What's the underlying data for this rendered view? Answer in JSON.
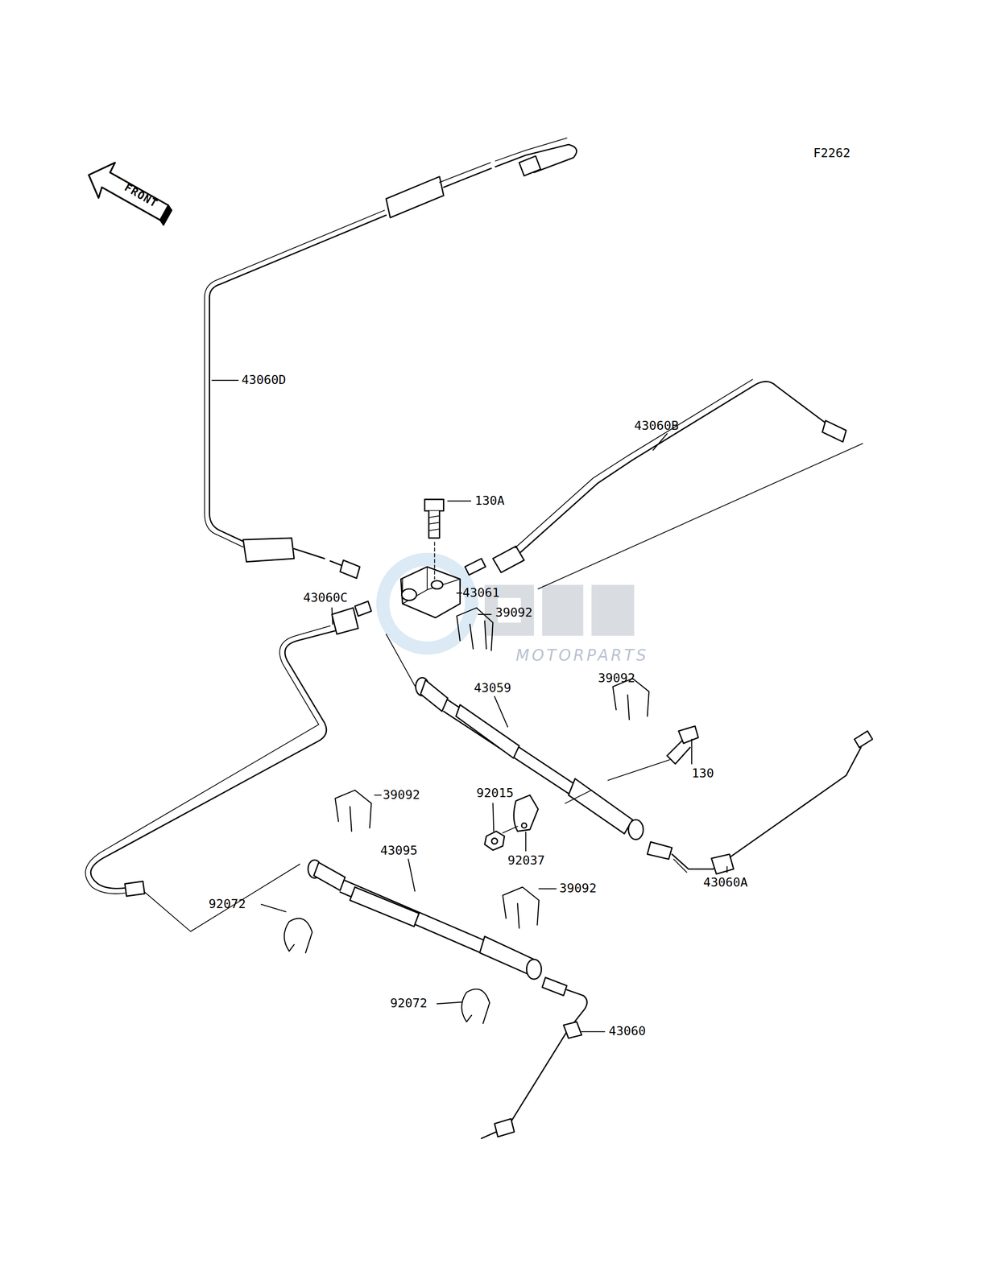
{
  "diagram": {
    "labels": [
      "F2262",
      "FRONT",
      "43060D",
      "43060B",
      "130A",
      "43061",
      "43060C",
      "39092",
      "43059",
      "39092",
      "130",
      "92015",
      "92037",
      "43060A",
      "39092",
      "43095",
      "39092",
      "92072",
      "92072",
      "43060",
      "MOTORPARTS"
    ]
  }
}
